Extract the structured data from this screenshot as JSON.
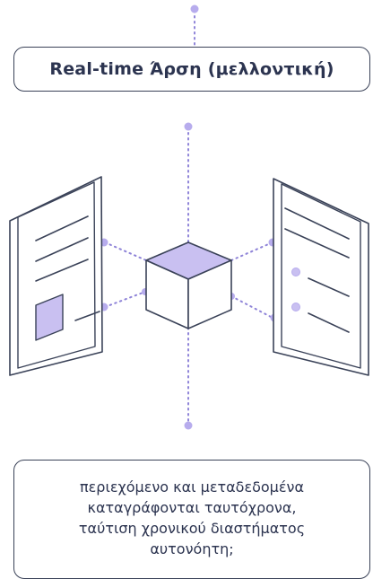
{
  "title": "Real-time Άρση (μελλοντική)",
  "caption": {
    "lines": [
      "περιεχόμενο και μεταδεδομένα",
      "καταγράφονται ταυτόχρονα,",
      "ταύτιση χρονικού διαστήματος",
      "αυτονόητη;"
    ]
  },
  "colors": {
    "stroke": "#3a4258",
    "accent": "#c9c0f1",
    "dot": "#b7aced",
    "dotted_line": "#8f84d8",
    "text": "#2c3450"
  },
  "icons": {
    "center": "cube-icon",
    "left": "document-with-image-icon",
    "right": "document-with-bullets-icon"
  }
}
